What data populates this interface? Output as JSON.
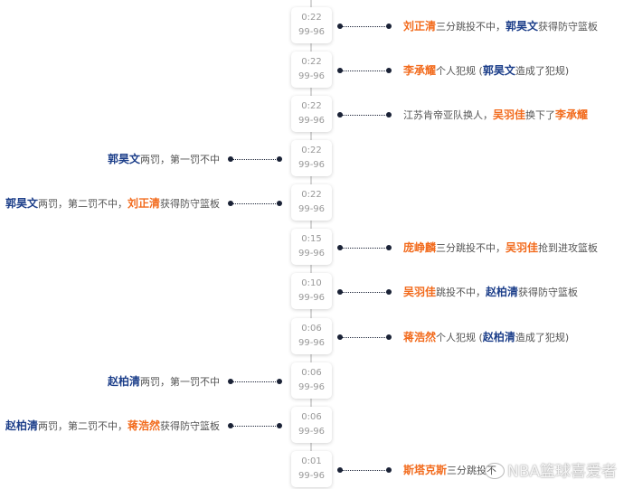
{
  "colors": {
    "home": "#f26b1d",
    "away": "#1d3f8a",
    "text": "#555555"
  },
  "events": [
    {
      "side": "right",
      "time": "0:22",
      "score": "99-96",
      "segments": [
        {
          "t": "刘正清",
          "c": "o"
        },
        {
          "t": "三分跳投不中，",
          "c": "n"
        },
        {
          "t": "郭昊文",
          "c": "b"
        },
        {
          "t": "获得防守篮板",
          "c": "n"
        }
      ]
    },
    {
      "side": "right",
      "time": "0:22",
      "score": "99-96",
      "segments": [
        {
          "t": "李承耀",
          "c": "o"
        },
        {
          "t": "个人犯规 (",
          "c": "n"
        },
        {
          "t": "郭昊文",
          "c": "b"
        },
        {
          "t": "造成了犯规)",
          "c": "n"
        }
      ]
    },
    {
      "side": "right",
      "time": "0:22",
      "score": "99-96",
      "segments": [
        {
          "t": "江苏肯帝亚队换人，",
          "c": "n"
        },
        {
          "t": "吴羽佳",
          "c": "o"
        },
        {
          "t": "换下了",
          "c": "n"
        },
        {
          "t": "李承耀",
          "c": "o"
        }
      ]
    },
    {
      "side": "left",
      "time": "0:22",
      "score": "99-96",
      "segments": [
        {
          "t": "郭昊文",
          "c": "b"
        },
        {
          "t": "两罚，第一罚不中",
          "c": "n"
        }
      ]
    },
    {
      "side": "left",
      "time": "0:22",
      "score": "99-96",
      "segments": [
        {
          "t": "郭昊文",
          "c": "b"
        },
        {
          "t": "两罚，第二罚不中，",
          "c": "n"
        },
        {
          "t": "刘正清",
          "c": "o"
        },
        {
          "t": "获得防守篮板",
          "c": "n"
        }
      ]
    },
    {
      "side": "right",
      "time": "0:15",
      "score": "99-96",
      "segments": [
        {
          "t": "庞峥麟",
          "c": "o"
        },
        {
          "t": "三分跳投不中，",
          "c": "n"
        },
        {
          "t": "吴羽佳",
          "c": "o"
        },
        {
          "t": "抢到进攻篮板",
          "c": "n"
        }
      ]
    },
    {
      "side": "right",
      "time": "0:10",
      "score": "99-96",
      "segments": [
        {
          "t": "吴羽佳",
          "c": "o"
        },
        {
          "t": "跳投不中，",
          "c": "n"
        },
        {
          "t": "赵柏清",
          "c": "b"
        },
        {
          "t": "获得防守篮板",
          "c": "n"
        }
      ]
    },
    {
      "side": "right",
      "time": "0:06",
      "score": "99-96",
      "segments": [
        {
          "t": "蒋浩然",
          "c": "o"
        },
        {
          "t": "个人犯规 (",
          "c": "n"
        },
        {
          "t": "赵柏清",
          "c": "b"
        },
        {
          "t": "造成了犯规)",
          "c": "n"
        }
      ]
    },
    {
      "side": "left",
      "time": "0:06",
      "score": "99-96",
      "segments": [
        {
          "t": "赵柏清",
          "c": "b"
        },
        {
          "t": "两罚，第一罚不中",
          "c": "n"
        }
      ]
    },
    {
      "side": "left",
      "time": "0:06",
      "score": "99-96",
      "segments": [
        {
          "t": "赵柏清",
          "c": "b"
        },
        {
          "t": "两罚，第二罚不中，",
          "c": "n"
        },
        {
          "t": "蒋浩然",
          "c": "o"
        },
        {
          "t": "获得防守篮板",
          "c": "n"
        }
      ]
    },
    {
      "side": "right",
      "time": "0:01",
      "score": "99-96",
      "segments": [
        {
          "t": "斯塔克斯",
          "c": "o"
        },
        {
          "t": "三分跳投不",
          "c": "n"
        }
      ]
    }
  ],
  "watermark": "NBA篮球喜爱者"
}
